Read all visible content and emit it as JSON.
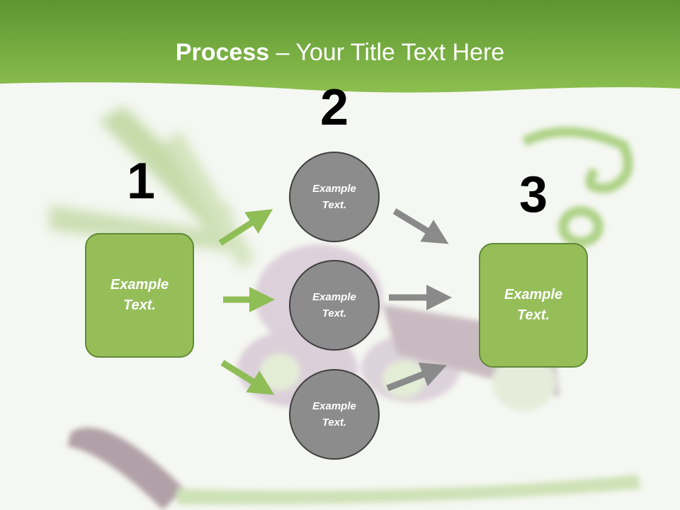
{
  "title": {
    "bold": "Process",
    "rest": " – Your Title Text Here"
  },
  "numbers": [
    "1",
    "2",
    "3"
  ],
  "steps": {
    "left_box": "Example\nText.",
    "circles": [
      "Example\nText.",
      "Example\nText.",
      "Example\nText."
    ],
    "right_box": "Example\nText."
  },
  "colors": {
    "header": "#6fa33c",
    "box_fill": "#95be59",
    "circle_fill": "#8c8c8c",
    "green_arrow": "#8fbd56",
    "gray_arrow": "#8a8a8a"
  }
}
